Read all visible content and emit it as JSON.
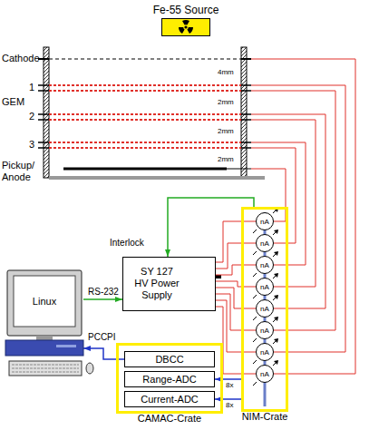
{
  "diagram": {
    "nodes": [
      {
        "text": [
          "Fe-55 Source"
        ]
      },
      {
        "text": [
          "NIM-Crate"
        ]
      },
      {
        "text": [
          "nA"
        ],
        "in": 1
      },
      {
        "text": [
          "nA"
        ],
        "in": 1
      },
      {
        "text": [
          "nA"
        ],
        "in": 1
      },
      {
        "text": [
          "nA"
        ],
        "in": 1
      },
      {
        "text": [
          "nA"
        ],
        "in": 1
      },
      {
        "text": [
          "nA"
        ],
        "in": 1
      },
      {
        "text": [
          "nA"
        ],
        "in": 1
      },
      {
        "text": [
          "nA"
        ],
        "in": 1
      },
      {
        "text": [
          "SY 127 HV Power Supply"
        ]
      },
      {
        "text": [
          "Linux"
        ]
      },
      {
        "text": [
          "CAMAC-Crate"
        ]
      },
      {
        "text": [
          "DBCC"
        ],
        "in": 12
      },
      {
        "text": [
          "Range-ADC"
        ],
        "in": 12
      },
      {
        "text": [
          "Current-ADC"
        ],
        "in": 12
      }
    ],
    "edges": [
      {
        "from": 11,
        "to": 10,
        "arrow": "to",
        "label": "RS-232"
      },
      {
        "from": 1,
        "to": 10,
        "arrow": "to",
        "label": "Interlock"
      },
      {
        "from": 13,
        "to": 11,
        "arrow": "to",
        "label": "PCCPI"
      },
      {
        "from": 1,
        "to": 14,
        "arrow": "to",
        "label": "8x"
      },
      {
        "from": 1,
        "to": 15,
        "arrow": "to",
        "label": "8x"
      },
      {
        "from": 10,
        "to": 2,
        "arrow": "none"
      },
      {
        "from": 10,
        "to": 3,
        "arrow": "none"
      },
      {
        "from": 10,
        "to": 4,
        "arrow": "none"
      },
      {
        "from": 10,
        "to": 5,
        "arrow": "none"
      },
      {
        "from": 10,
        "to": 6,
        "arrow": "none"
      },
      {
        "from": 10,
        "to": 7,
        "arrow": "none"
      },
      {
        "from": 10,
        "to": 8,
        "arrow": "none"
      },
      {
        "from": 10,
        "to": 9,
        "arrow": "none"
      }
    ],
    "labels": [
      "Cathode",
      "1",
      "GEM",
      "2",
      "3",
      "Pickup/ Anode",
      "4mm",
      "2mm",
      "2mm",
      "2mm"
    ]
  }
}
